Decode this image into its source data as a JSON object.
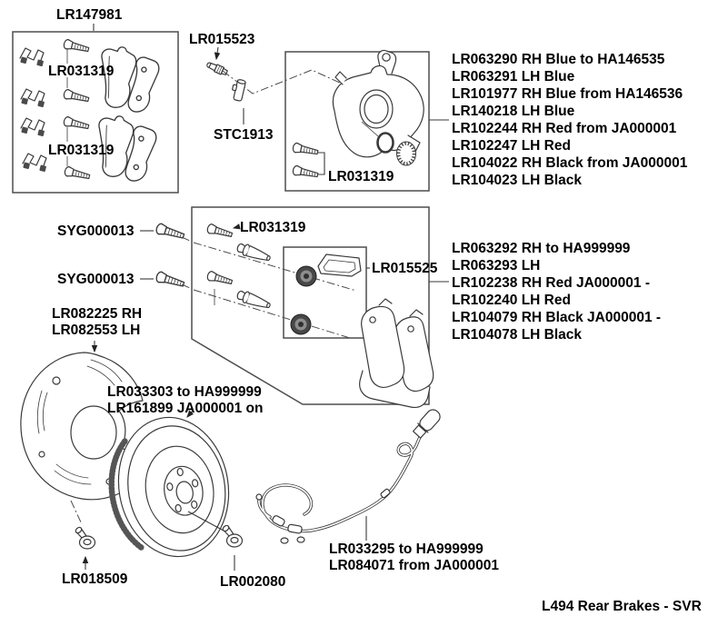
{
  "diagram_title": "L494 Rear Brakes - SVR",
  "parts": {
    "pad_kit": {
      "label": "LR147981",
      "bolt_top": "LR031319",
      "bolt_bottom": "LR031319"
    },
    "bleed_screw": {
      "label": "LR015523"
    },
    "bleed_cap": {
      "label": "STC1913"
    },
    "caliper": {
      "bolts": "LR031319",
      "variants": [
        "LR063290 RH Blue to HA146535",
        "LR063291 LH Blue",
        "LR101977 RH Blue from HA146536",
        "LR140218 LH Blue",
        "LR102244 RH Red from JA000001",
        "LR102247 LH Red",
        "LR104022 RH Black from JA000001",
        "LR104023 LH Black"
      ]
    },
    "carrier": {
      "guide_bolt": "LR031319",
      "gasket_kit": "LR015525",
      "variants": [
        "LR063292 RH to HA999999",
        "LR063293 LH",
        "LR102238 RH Red JA000001 -",
        "LR102240 LH Red",
        "LR104079 RH Black JA000001 -",
        "LR104078 LH Black"
      ]
    },
    "hub_bolts": {
      "upper": "SYG000013",
      "lower": "SYG000013"
    },
    "dust_shield": {
      "rh": "LR082225 RH",
      "lh": "LR082553 LH"
    },
    "disc": {
      "line1": "LR033303 to HA999999",
      "line2": "LR161899 JA000001 on"
    },
    "shield_screw": {
      "label": "LR018509"
    },
    "disc_screw": {
      "label": "LR002080"
    },
    "abs_sensor": {
      "line1": "LR033295 to HA999999",
      "line2": "LR084071 from JA000001"
    }
  },
  "colors": {
    "line": "#3a3a3a",
    "text": "#000000",
    "background": "#ffffff"
  }
}
